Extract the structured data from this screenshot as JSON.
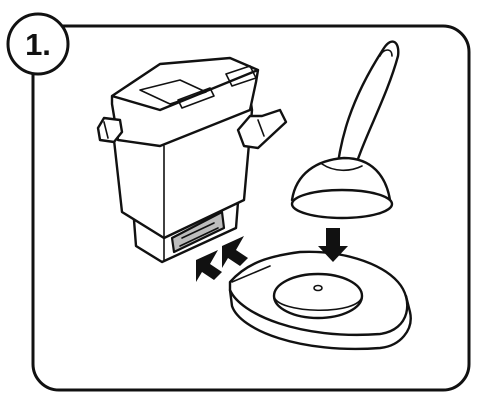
{
  "step": {
    "label": "1."
  },
  "colors": {
    "ink": "#111111",
    "shade": "#bdbdbd",
    "background": "#ffffff"
  },
  "illustration": {
    "parts": [
      "water-tank",
      "steam-nozzle",
      "base-plate"
    ],
    "arrows": [
      "insert-arrow",
      "insert-arrow",
      "down-arrow"
    ]
  }
}
